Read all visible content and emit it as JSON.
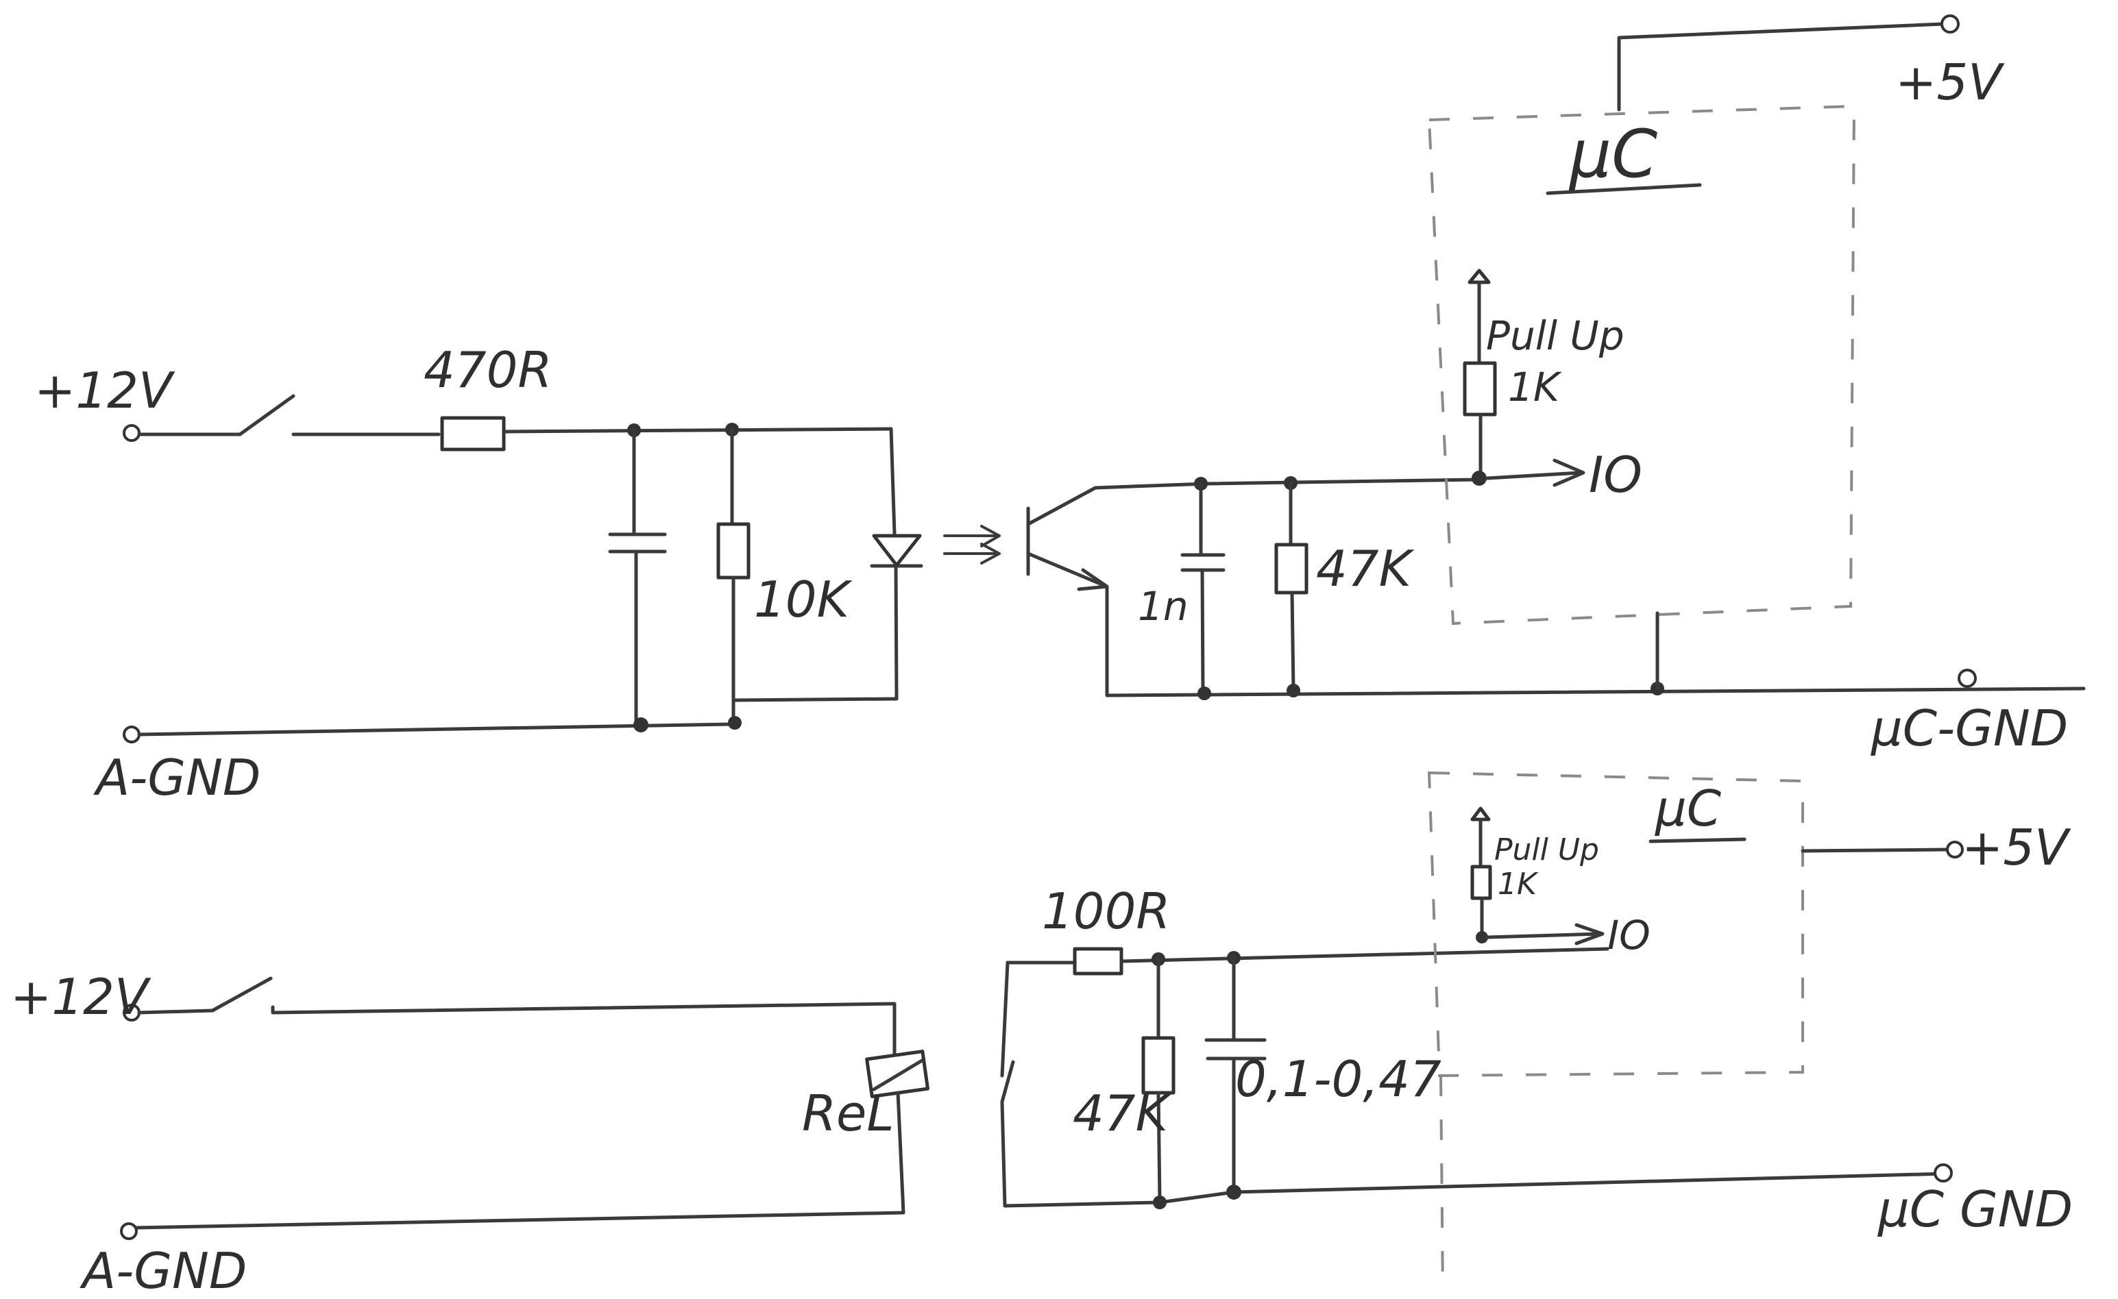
{
  "labels": {
    "top_supply": "+12V",
    "top_resistor": "470R",
    "top_pulldown": "10K",
    "top_ground": "A-GND",
    "top_cap": "1n",
    "top_resistor_out": "47K",
    "top_uc": "µC",
    "top_pullup": "Pull Up",
    "top_pullup_value": "1K",
    "top_io": "IO",
    "top_uc_supply": "+5V",
    "top_uc_ground": "µC-GND",
    "bottom_supply": "+12V",
    "bottom_ground": "A-GND",
    "relay": "ReL",
    "bottom_resistor": "100R",
    "bottom_pulldown": "47K",
    "bottom_cap": "0,1-0,47",
    "bottom_uc": "µC",
    "bottom_pullup": "Pull Up",
    "bottom_pullup_value": "1K",
    "bottom_io": "IO",
    "bottom_uc_supply": "+5V",
    "bottom_uc_ground": "µC GND"
  }
}
